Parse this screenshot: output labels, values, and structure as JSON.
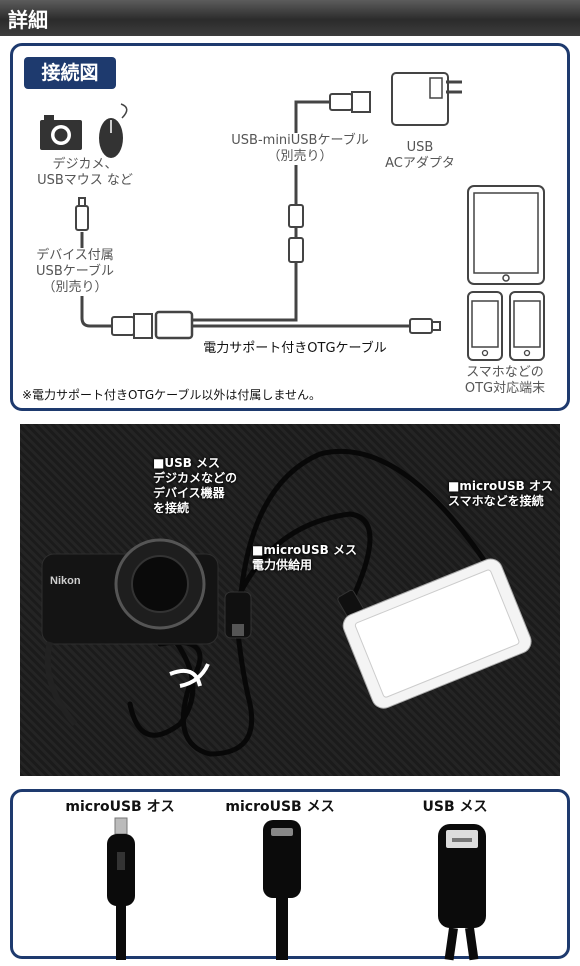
{
  "header": {
    "title": "詳細"
  },
  "diagram": {
    "badge": "接続図",
    "labels": {
      "camera_mouse": "デジカメ、\nUSBマウス など",
      "device_cable": "デバイス付属\nUSBケーブル\n（別売り）",
      "mini_cable": "USB-miniUSBケーブル\n（別売り）",
      "ac_adapter": "USB\nACアダプタ",
      "otg_cable": "電力サポート付きOTGケーブル",
      "devices": "スマホなどの\nOTG対応端末"
    },
    "note": "※電力サポート付きOTGケーブル以外は付属しません。"
  },
  "photo": {
    "camera_brand": "Nikon",
    "usb_female": "■USB メス\nデジカメなどの\nデバイス機器\nを接続",
    "micro_female": "■microUSB メス\n電力供給用",
    "micro_male": "■microUSB オス\nスマホなどを接続"
  },
  "connectors": [
    "microUSB オス",
    "microUSB メス",
    "USB メス"
  ]
}
